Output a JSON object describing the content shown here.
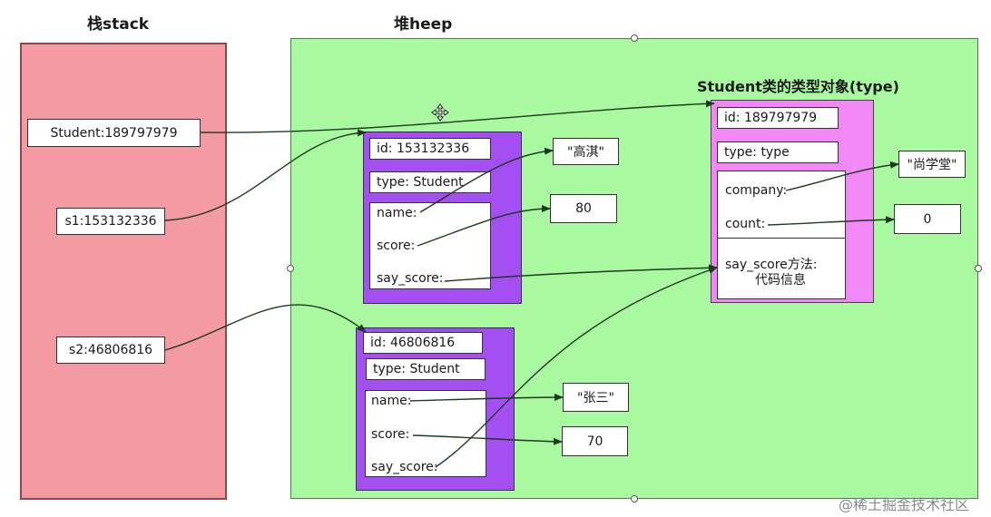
{
  "stack": {
    "title": "栈stack",
    "vars": [
      {
        "label": "Student:189797979"
      },
      {
        "label": "s1:153132336"
      },
      {
        "label": "s2:46806816"
      }
    ]
  },
  "heap": {
    "title": "堆heep"
  },
  "type_object": {
    "title": "Student类的类型对象(type)",
    "id": "id: 189797979",
    "type": "type: type",
    "company": "company:",
    "count": "count:",
    "method_line1": "say_score方法:",
    "method_line2": "代码信息"
  },
  "s1_object": {
    "id": "id: 153132336",
    "type": "type: Student",
    "name": "name:",
    "score": "score:",
    "say_score": "say_score:"
  },
  "s2_object": {
    "id": "id: 46806816",
    "type": "type: Student",
    "name": "name:",
    "score": "score:",
    "say_score": "say_score:"
  },
  "values": {
    "company_value": "\"尚学堂\"",
    "count_value": "0",
    "s1_name_value": "\"高淇\"",
    "s1_score_value": "80",
    "s2_name_value": "\"张三\"",
    "s2_score_value": "70"
  },
  "watermark": "@稀土掘金技术社区",
  "colors": {
    "stack_bg": "#f39aa3",
    "heap_bg": "#a8f9a0",
    "object_bg": "#a34ff2",
    "type_object_bg": "#f288f6",
    "arrow": "#1e3a1e"
  },
  "icons": [
    "move-cursor-icon"
  ]
}
